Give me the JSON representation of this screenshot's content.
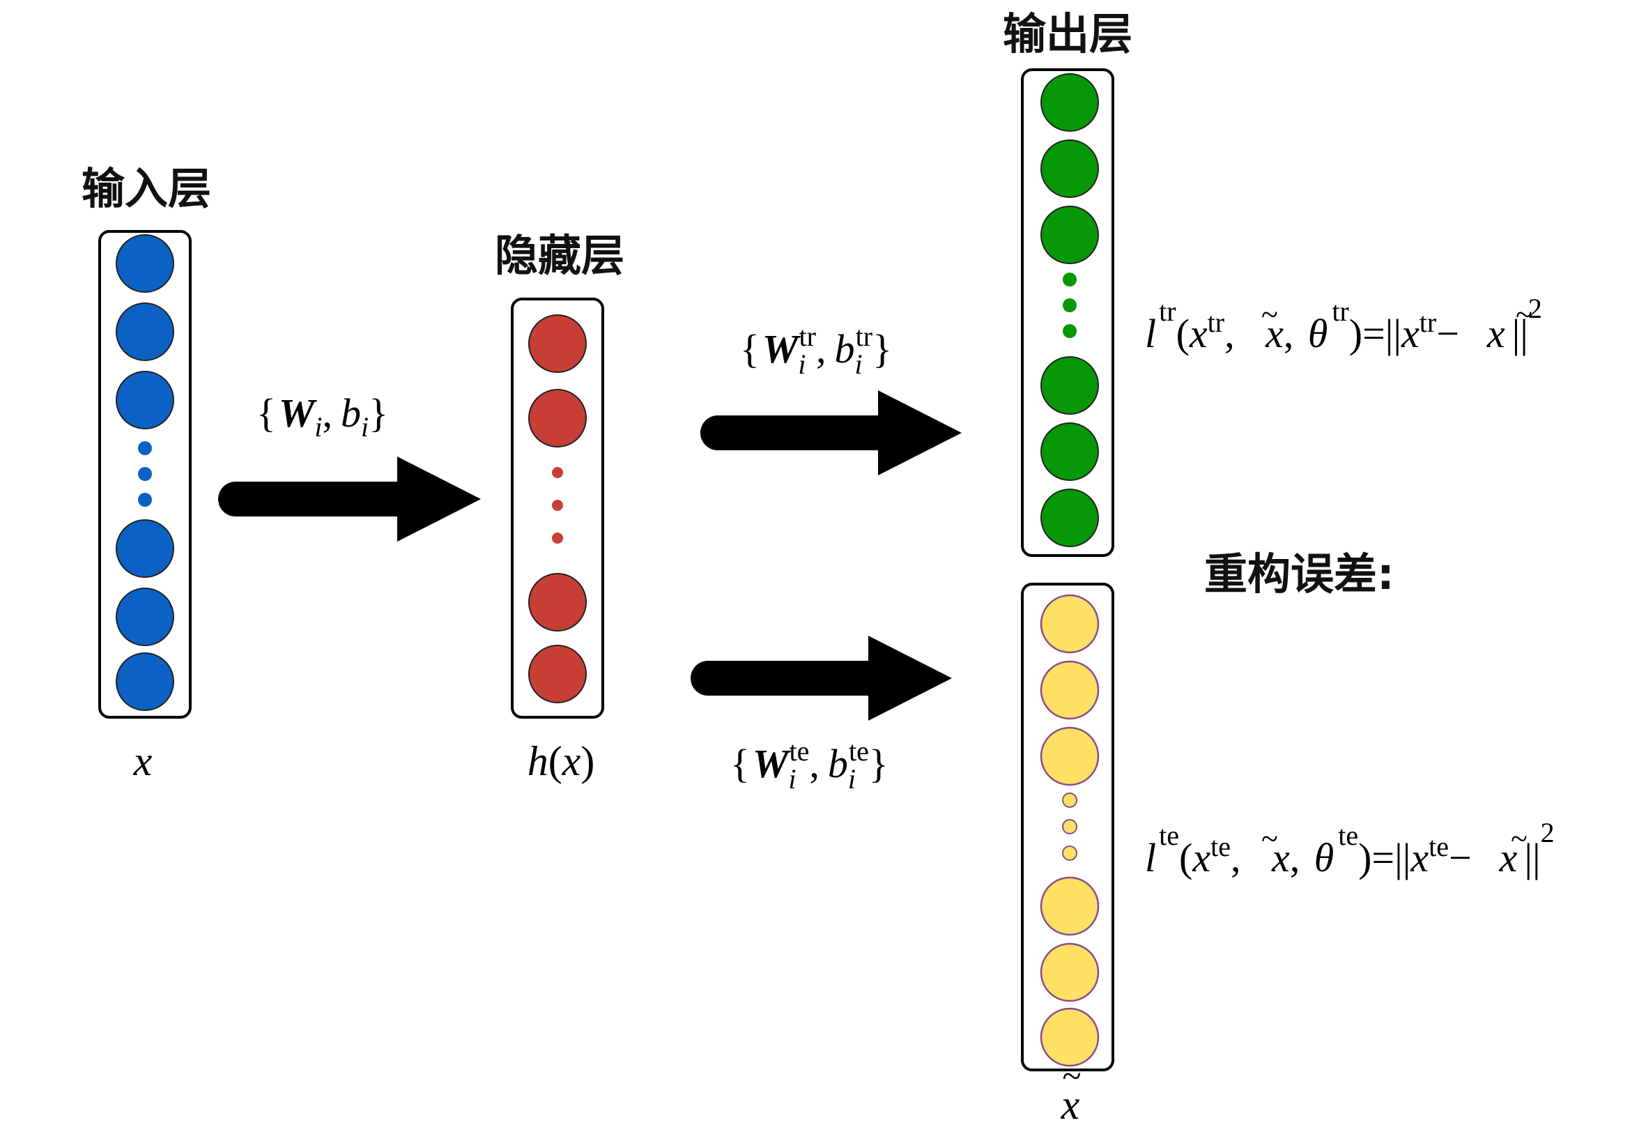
{
  "colors": {
    "input": "#0b62c4",
    "hidden": "#c83f36",
    "output_tr": "#069806",
    "output_te": "#fde064",
    "output_te_stroke": "#8b4a8a",
    "arrow": "#000000"
  },
  "layers": {
    "input": {
      "title": "输入层",
      "label": "x"
    },
    "hidden": {
      "title": "隐藏层",
      "label_h": "h",
      "label_open": "(",
      "label_x": "x",
      "label_close": ")"
    },
    "output": {
      "title": "输出层",
      "label": "x",
      "label_tilde": "~"
    }
  },
  "arrows": {
    "encoder": {
      "open": "{",
      "W": "W",
      "W_sub": "i",
      "comma": ",",
      "b": "b",
      "b_sub": "i",
      "close": "}"
    },
    "decoder_tr": {
      "open": "{",
      "W": "W",
      "W_sub": "i",
      "W_sup": "tr",
      "comma": ",",
      "b": "b",
      "b_sub": "i",
      "b_sup": "tr",
      "close": "}"
    },
    "decoder_te": {
      "open": "{",
      "W": "W",
      "W_sub": "i",
      "W_sup": "te",
      "comma": ",",
      "b": "b",
      "b_sub": "i",
      "b_sup": "te",
      "close": "}"
    }
  },
  "reconstruction": {
    "title": "重构误差:",
    "tr": {
      "l": "l",
      "sup": "tr",
      "open": "(",
      "x": "x",
      "x_sup": "tr",
      "sep1": ", ",
      "xt": "x",
      "tilde": "~",
      "sep2": ", ",
      "theta": "θ",
      "theta_sup": "tr",
      "close": ")=||",
      "x2": "x",
      "x2_sup": "tr",
      "minus": "−",
      "xt2": "x",
      "norm": "||",
      "pow": "2"
    },
    "te": {
      "l": "l",
      "sup": "te",
      "open": "(",
      "x": "x",
      "x_sup": "te",
      "sep1": ", ",
      "xt": "x",
      "tilde": "~",
      "sep2": ", ",
      "theta": "θ",
      "theta_sup": "te",
      "close": ")=||",
      "x2": "x",
      "x2_sup": "te",
      "minus": "−",
      "xt2": "x",
      "norm": "||",
      "pow": "2"
    }
  }
}
